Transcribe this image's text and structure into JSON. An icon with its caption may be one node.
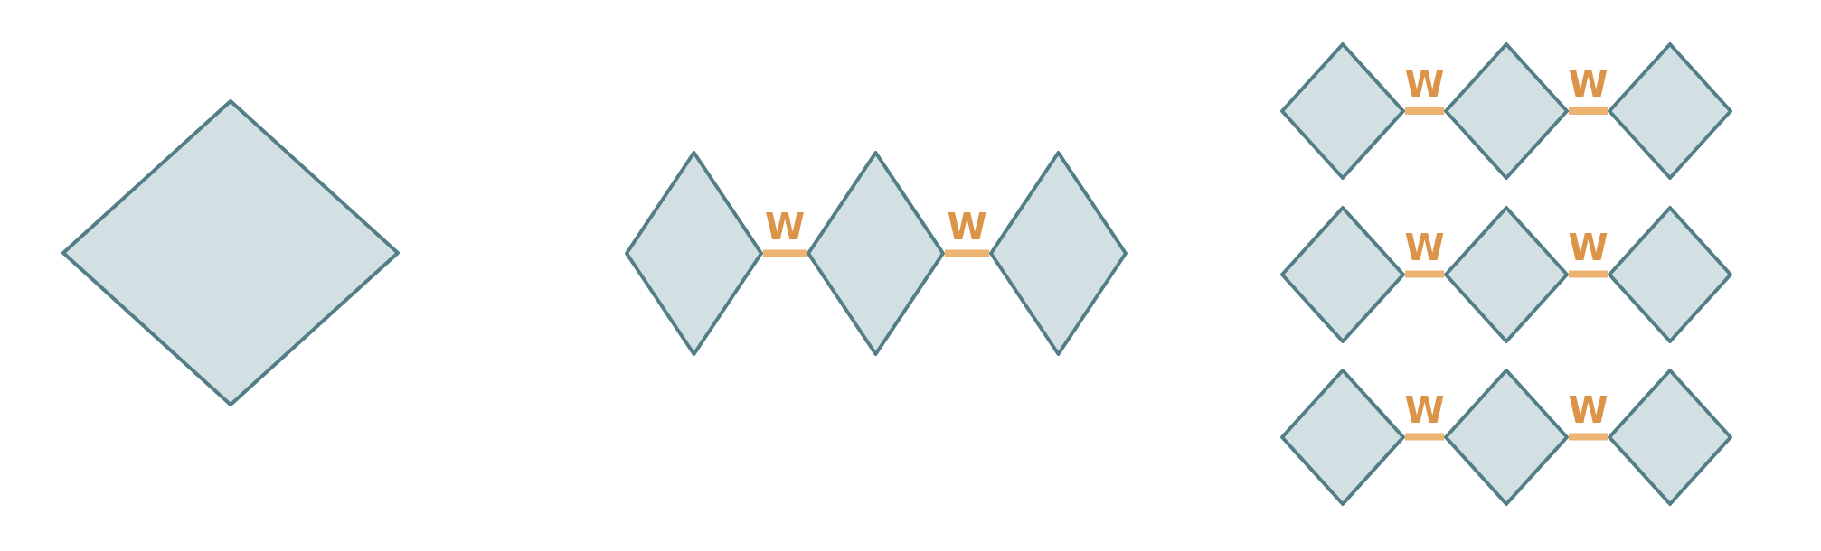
{
  "diagram": {
    "nodes": [
      {
        "text": [],
        "shape": "diamond"
      },
      {
        "text": [],
        "shape": "diamond"
      },
      {
        "text": [],
        "shape": "diamond"
      },
      {
        "text": [],
        "shape": "diamond"
      },
      {
        "text": [],
        "shape": "diamond"
      },
      {
        "text": [],
        "shape": "diamond"
      },
      {
        "text": [],
        "shape": "diamond"
      },
      {
        "text": [],
        "shape": "diamond"
      },
      {
        "text": [],
        "shape": "diamond"
      },
      {
        "text": [],
        "shape": "diamond"
      },
      {
        "text": [],
        "shape": "diamond"
      },
      {
        "text": [],
        "shape": "diamond"
      },
      {
        "text": [],
        "shape": "diamond"
      }
    ],
    "edges": [
      {
        "from": 1,
        "to": 2,
        "arrow": "none",
        "label": "W"
      },
      {
        "from": 2,
        "to": 3,
        "arrow": "none",
        "label": "W"
      },
      {
        "from": 4,
        "to": 5,
        "arrow": "none",
        "label": "W"
      },
      {
        "from": 5,
        "to": 6,
        "arrow": "none",
        "label": "W"
      },
      {
        "from": 7,
        "to": 8,
        "arrow": "none",
        "label": "W"
      },
      {
        "from": 8,
        "to": 9,
        "arrow": "none",
        "label": "W"
      },
      {
        "from": 10,
        "to": 11,
        "arrow": "none",
        "label": "W"
      },
      {
        "from": 11,
        "to": 12,
        "arrow": "none",
        "label": "W"
      }
    ]
  }
}
